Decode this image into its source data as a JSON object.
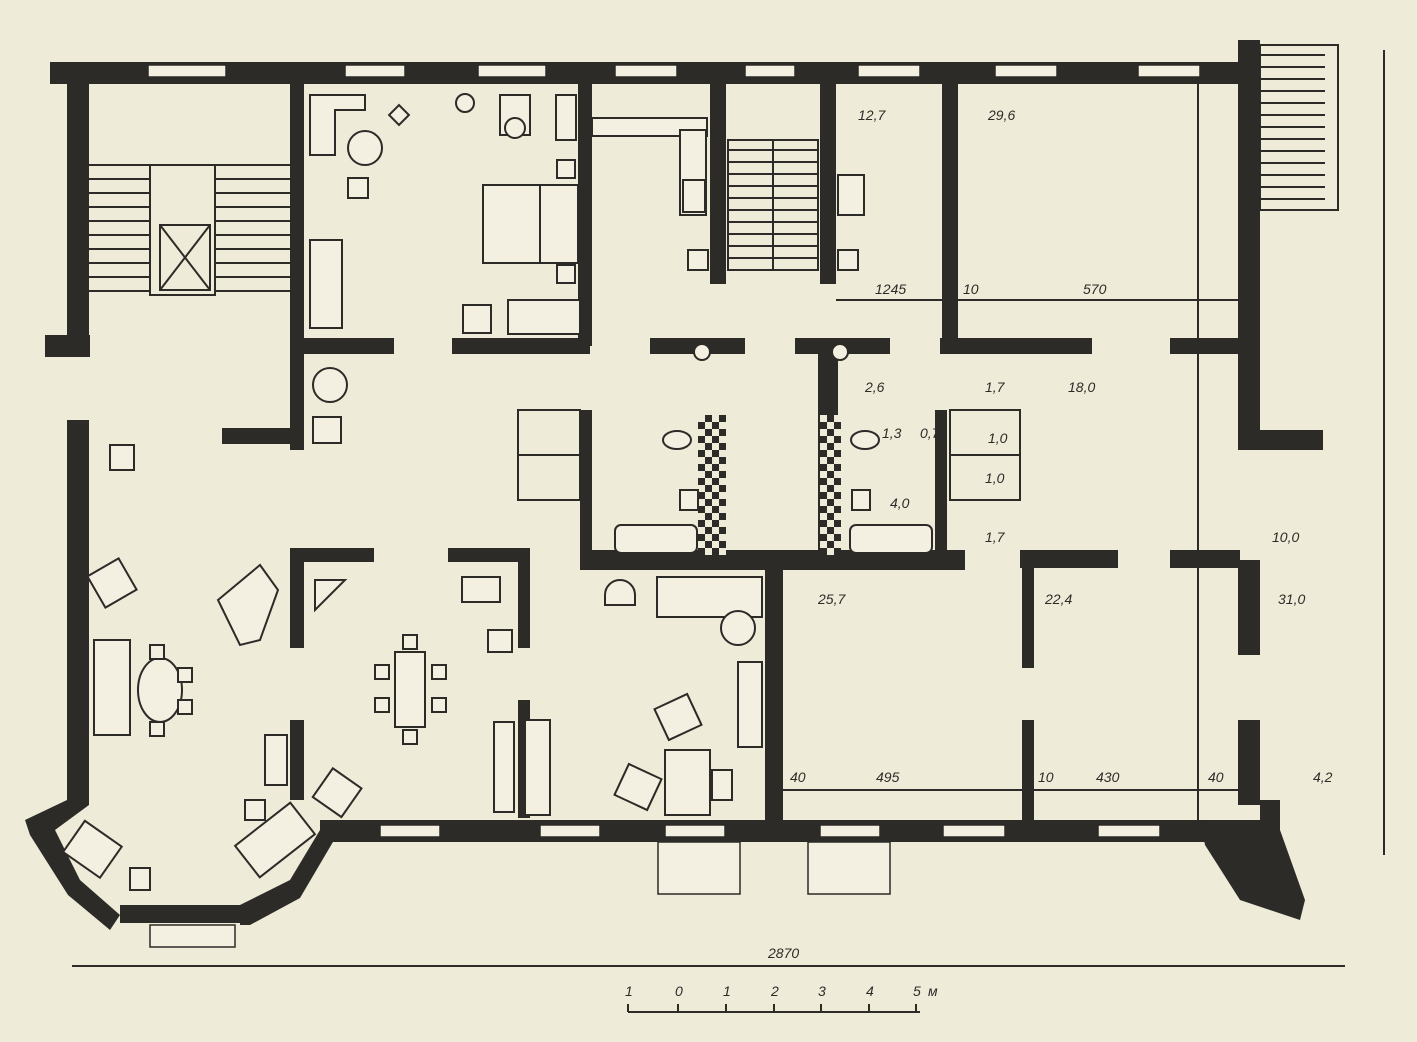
{
  "room_areas": [
    {
      "label": "12,7"
    },
    {
      "label": "29,6"
    },
    {
      "label": "2,6"
    },
    {
      "label": "1,7"
    },
    {
      "label": "18,0"
    },
    {
      "label": "1,3"
    },
    {
      "label": "0,7"
    },
    {
      "label": "1,0"
    },
    {
      "label": "1,0"
    },
    {
      "label": "4,0"
    },
    {
      "label": "1,7"
    },
    {
      "label": "10,0"
    },
    {
      "label": "25,7"
    },
    {
      "label": "22,4"
    },
    {
      "label": "31,0"
    }
  ],
  "dimensions": [
    {
      "label": "1245"
    },
    {
      "label": "10"
    },
    {
      "label": "570"
    },
    {
      "label": "40"
    },
    {
      "label": "495"
    },
    {
      "label": "10"
    },
    {
      "label": "430"
    },
    {
      "label": "40"
    },
    {
      "label": "4,2"
    },
    {
      "label": "2870"
    }
  ],
  "scale_bar": {
    "ticks": [
      "1",
      "0",
      "1",
      "2",
      "3",
      "4",
      "5"
    ],
    "unit": "м"
  }
}
